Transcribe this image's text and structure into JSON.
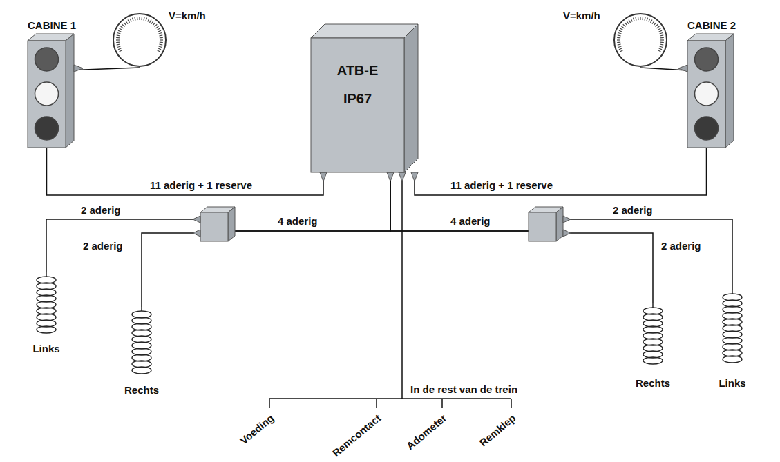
{
  "diagram": {
    "nodes": [
      {
        "text": [
          "CABINE 1"
        ]
      },
      {
        "text": [
          "V=km/h"
        ]
      },
      {
        "text": [
          "ATB-E",
          "IP67"
        ]
      },
      {
        "text": [
          "V=km/h"
        ]
      },
      {
        "text": [
          "CABINE 2"
        ]
      },
      {
        "text": [
          "Links"
        ]
      },
      {
        "text": [
          "Rechts"
        ]
      },
      {
        "text": [
          "Rechts"
        ]
      },
      {
        "text": [
          "Links"
        ]
      }
    ],
    "edges": [
      {
        "from": 0,
        "to": 2,
        "arrow": "none",
        "label": "11 aderig + 1 reserve"
      },
      {
        "from": 2,
        "to": 4,
        "arrow": "none",
        "label": "11 aderig + 1 reserve"
      },
      {
        "from": 1,
        "to": 0,
        "arrow": "none"
      },
      {
        "from": 3,
        "to": 4,
        "arrow": "none"
      },
      {
        "from": 5,
        "to": 2,
        "arrow": "none",
        "label": "2 aderig"
      },
      {
        "from": 6,
        "to": 2,
        "arrow": "none",
        "label": "2 aderig"
      },
      {
        "from": 7,
        "to": 2,
        "arrow": "none",
        "label": "2 aderig"
      },
      {
        "from": 8,
        "to": 2,
        "arrow": "none",
        "label": "2 aderig"
      }
    ],
    "labels": [
      "4 aderig",
      "4 aderig",
      "In de rest van de trein",
      "Voeding",
      "Remcontact",
      "Adometer",
      "Remklep"
    ]
  }
}
